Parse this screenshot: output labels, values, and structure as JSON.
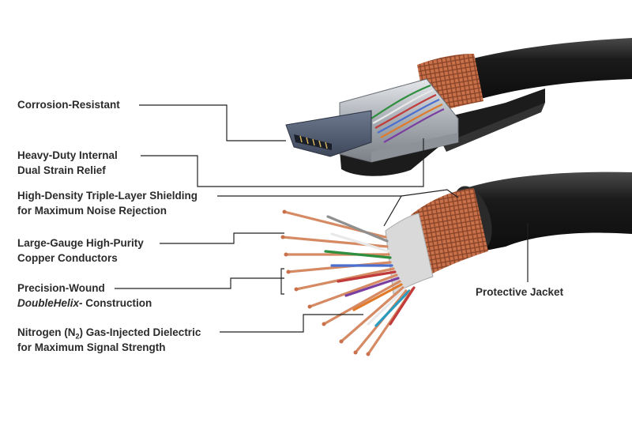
{
  "labels": {
    "corrosion": {
      "line1": "Corrosion-Resistant"
    },
    "strain": {
      "line1": "Heavy-Duty Internal",
      "line2": "Dual Strain Relief"
    },
    "shielding": {
      "line1": "High-Density Triple-Layer Shielding",
      "line2": "for Maximum Noise Rejection"
    },
    "conductors": {
      "line1": "Large-Gauge High-Purity",
      "line2": "Copper Conductors"
    },
    "precision": {
      "line1": "Precision-Wound",
      "line2_italic": "DoubleHelix",
      "line2_rest": "- Construction"
    },
    "nitrogen": {
      "line1_a": "Nitrogen (N",
      "line1_sub": "2",
      "line1_b": ") Gas-Injected Dielectric",
      "line2": "for Maximum Signal Strength"
    },
    "jacket": {
      "line1": "Protective Jacket"
    }
  },
  "colors": {
    "text": "#2b2b2b",
    "leader": "#222222",
    "jacket": "#1c1c1c",
    "copper": "#c9754b",
    "connector_metal": "#b8bcc2",
    "foil": "#d9d9d9"
  },
  "icons": {
    "connector": "hdmi-connector-icon",
    "cable": "cable-cross-section-icon"
  }
}
